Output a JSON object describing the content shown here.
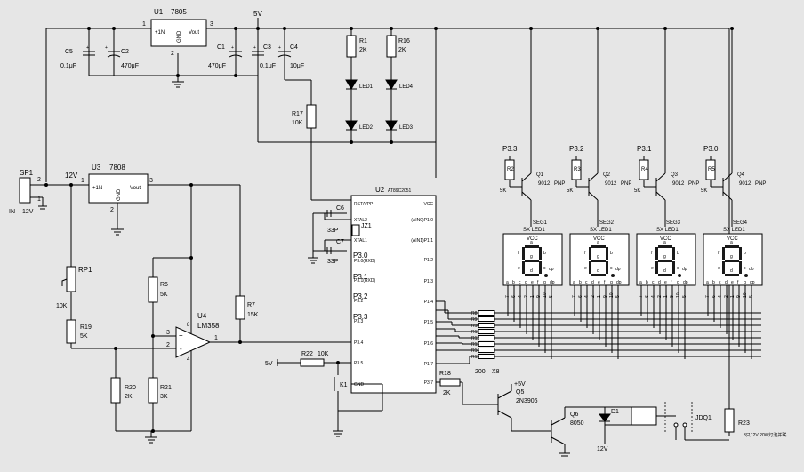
{
  "u1": {
    "ref": "U1",
    "part": "7805",
    "pin_in": "+1N",
    "pin_gnd": "GND",
    "pin_out": "Vout",
    "n1": "1",
    "n2": "2",
    "n3": "3"
  },
  "u3": {
    "ref": "U3",
    "part": "7808",
    "pin_in": "+1N",
    "pin_gnd": "GND",
    "pin_out": "Vout",
    "n1": "1",
    "n2": "2",
    "n3": "3"
  },
  "rail_5v": "5V",
  "rail_12v": "12V",
  "sp1": {
    "ref": "SP1",
    "pin1": "1",
    "pin2": "2",
    "in": "IN",
    "v": "12V"
  },
  "caps": [
    {
      "ref": "C5",
      "value": "0.1μF"
    },
    {
      "ref": "C2",
      "value": "470μF"
    },
    {
      "ref": "C1",
      "value": "470μF"
    },
    {
      "ref": "C3",
      "value": "0.1μF"
    },
    {
      "ref": "C4",
      "value": "10μF"
    },
    {
      "ref": "C6",
      "value": "33P"
    },
    {
      "ref": "C7",
      "value": "33P"
    }
  ],
  "resistors": [
    {
      "ref": "R1",
      "value": "2K"
    },
    {
      "ref": "R16",
      "value": "2K"
    },
    {
      "ref": "R17",
      "value": "10K"
    },
    {
      "ref": "R6",
      "value": "5K"
    },
    {
      "ref": "R7",
      "value": "15K"
    },
    {
      "ref": "R19",
      "value": "5K"
    },
    {
      "ref": "R20",
      "value": "2K"
    },
    {
      "ref": "R21",
      "value": "3K"
    },
    {
      "ref": "R22",
      "value": "10K"
    },
    {
      "ref": "R18",
      "value": "2K"
    },
    {
      "ref": "R23",
      "value": "3只12V 20W灯泡并联"
    }
  ],
  "leds": [
    "LED1",
    "LED4",
    "LED2",
    "LED3"
  ],
  "rp1": {
    "ref": "RP1",
    "value": "10K"
  },
  "u4": {
    "ref": "U4",
    "part": "LM358",
    "p3": "3",
    "p2": "2",
    "p1": "1",
    "p8": "8",
    "p4": "4",
    "plus": "+",
    "minus": "-"
  },
  "u2": {
    "ref": "U2",
    "part": "AT89C2051",
    "left_pins": [
      "RST/VPP",
      "XTAL2",
      "XTAL1",
      "P3.0(RXD)",
      "P3.1(RXD)",
      "P3.2",
      "P3.3",
      "P3.4",
      "P3.5",
      "GND"
    ],
    "right_pins": [
      "VCC",
      "(AIN0)P1.0",
      "(AIN1)P1.1",
      "P1.2",
      "P1.3",
      "P1.4",
      "P1.5",
      "P1.6",
      "P1.7",
      "P3.7"
    ]
  },
  "ext_labels": [
    "P3.0",
    "P3.1",
    "P3.2",
    "P3.3",
    "5V"
  ],
  "jz1": "JZ1",
  "k1": "K1",
  "transistors": [
    {
      "ref": "Q1",
      "part": "9012",
      "type": "PNP",
      "port": "P3.3",
      "base_r": "R2",
      "base_v": "5K"
    },
    {
      "ref": "Q2",
      "part": "9012",
      "type": "PNP",
      "port": "P3.2",
      "base_r": "R3",
      "base_v": "5K"
    },
    {
      "ref": "Q3",
      "part": "9012",
      "type": "PNP",
      "port": "P3.1",
      "base_r": "R4",
      "base_v": "5K"
    },
    {
      "ref": "Q4",
      "part": "9012",
      "type": "PNP",
      "port": "P3.0",
      "base_r": "R5",
      "base_v": "5K"
    }
  ],
  "segs": [
    {
      "ref": "SEG1",
      "label": "SX LED1"
    },
    {
      "ref": "SEG2",
      "label": "SX LED1"
    },
    {
      "ref": "SEG3",
      "label": "SX LED1"
    },
    {
      "ref": "SEG4",
      "label": "SX LED1"
    }
  ],
  "seg_letters": [
    "a",
    "b",
    "c",
    "d",
    "e",
    "f",
    "g",
    "dp"
  ],
  "seg_vcc": "VCC",
  "seg_pins_bottom": [
    "a",
    "b",
    "c",
    "d",
    "e",
    "f",
    "g",
    "dp"
  ],
  "seg_pin_nums": [
    "7",
    "6",
    "4",
    "2",
    "1",
    "9",
    "10",
    "5"
  ],
  "rn_labels": [
    "R8",
    "R9",
    "R10",
    "R11",
    "R12",
    "R13",
    "R14",
    "R15"
  ],
  "rn_value": "200",
  "rn_mult": "X8",
  "q5": {
    "ref": "Q5",
    "part": "2N3906",
    "v": "+5V"
  },
  "q6": {
    "ref": "Q6",
    "part": "8050"
  },
  "d1": "D1",
  "jdq1": "JDQ1",
  "v12_bottom": "12V"
}
